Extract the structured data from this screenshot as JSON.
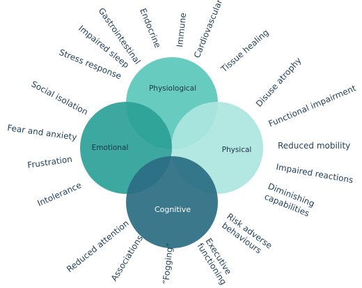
{
  "circles": {
    "physiological": {
      "label": "Physiological",
      "color": "#5fc8bd"
    },
    "physical": {
      "label": "Physical",
      "color": "#ade6df"
    },
    "emotional": {
      "label": "Emotional",
      "color": "#2ca197"
    },
    "cognitive": {
      "label": "Cognitive",
      "color": "#2a6c82"
    }
  },
  "labels": {
    "gastrointestinal": "Gastrointestinal",
    "endocrine": "Endocrine",
    "immune": "Immune",
    "cardiovascular": "Cardiovascular",
    "tissue_healing": "Tissue healing",
    "impaired_sleep": "Impaired sleep",
    "stress_response": "Stress response",
    "disuse_atrophy": "Disuse atrophy",
    "functional_impairment": "Functional impairment",
    "social_isolation": "Social isolation",
    "fear_and_anxiety": "Fear and anxiety",
    "reduced_mobility": "Reduced mobility",
    "frustration": "Frustration",
    "impaired_reactions": "Impaired reactions",
    "intolerance": "Intolerance",
    "diminishing_capabilities_1": "Diminishing",
    "diminishing_capabilities_2": "capabilities",
    "risk_adverse_behaviours_1": "Risk adverse",
    "risk_adverse_behaviours_2": "behaviours",
    "reduced_attention": "Reduced attention",
    "associations": "Associations",
    "fogging": "“Fogging”",
    "executive_functioning_1": "Executive",
    "executive_functioning_2": "functioning"
  }
}
